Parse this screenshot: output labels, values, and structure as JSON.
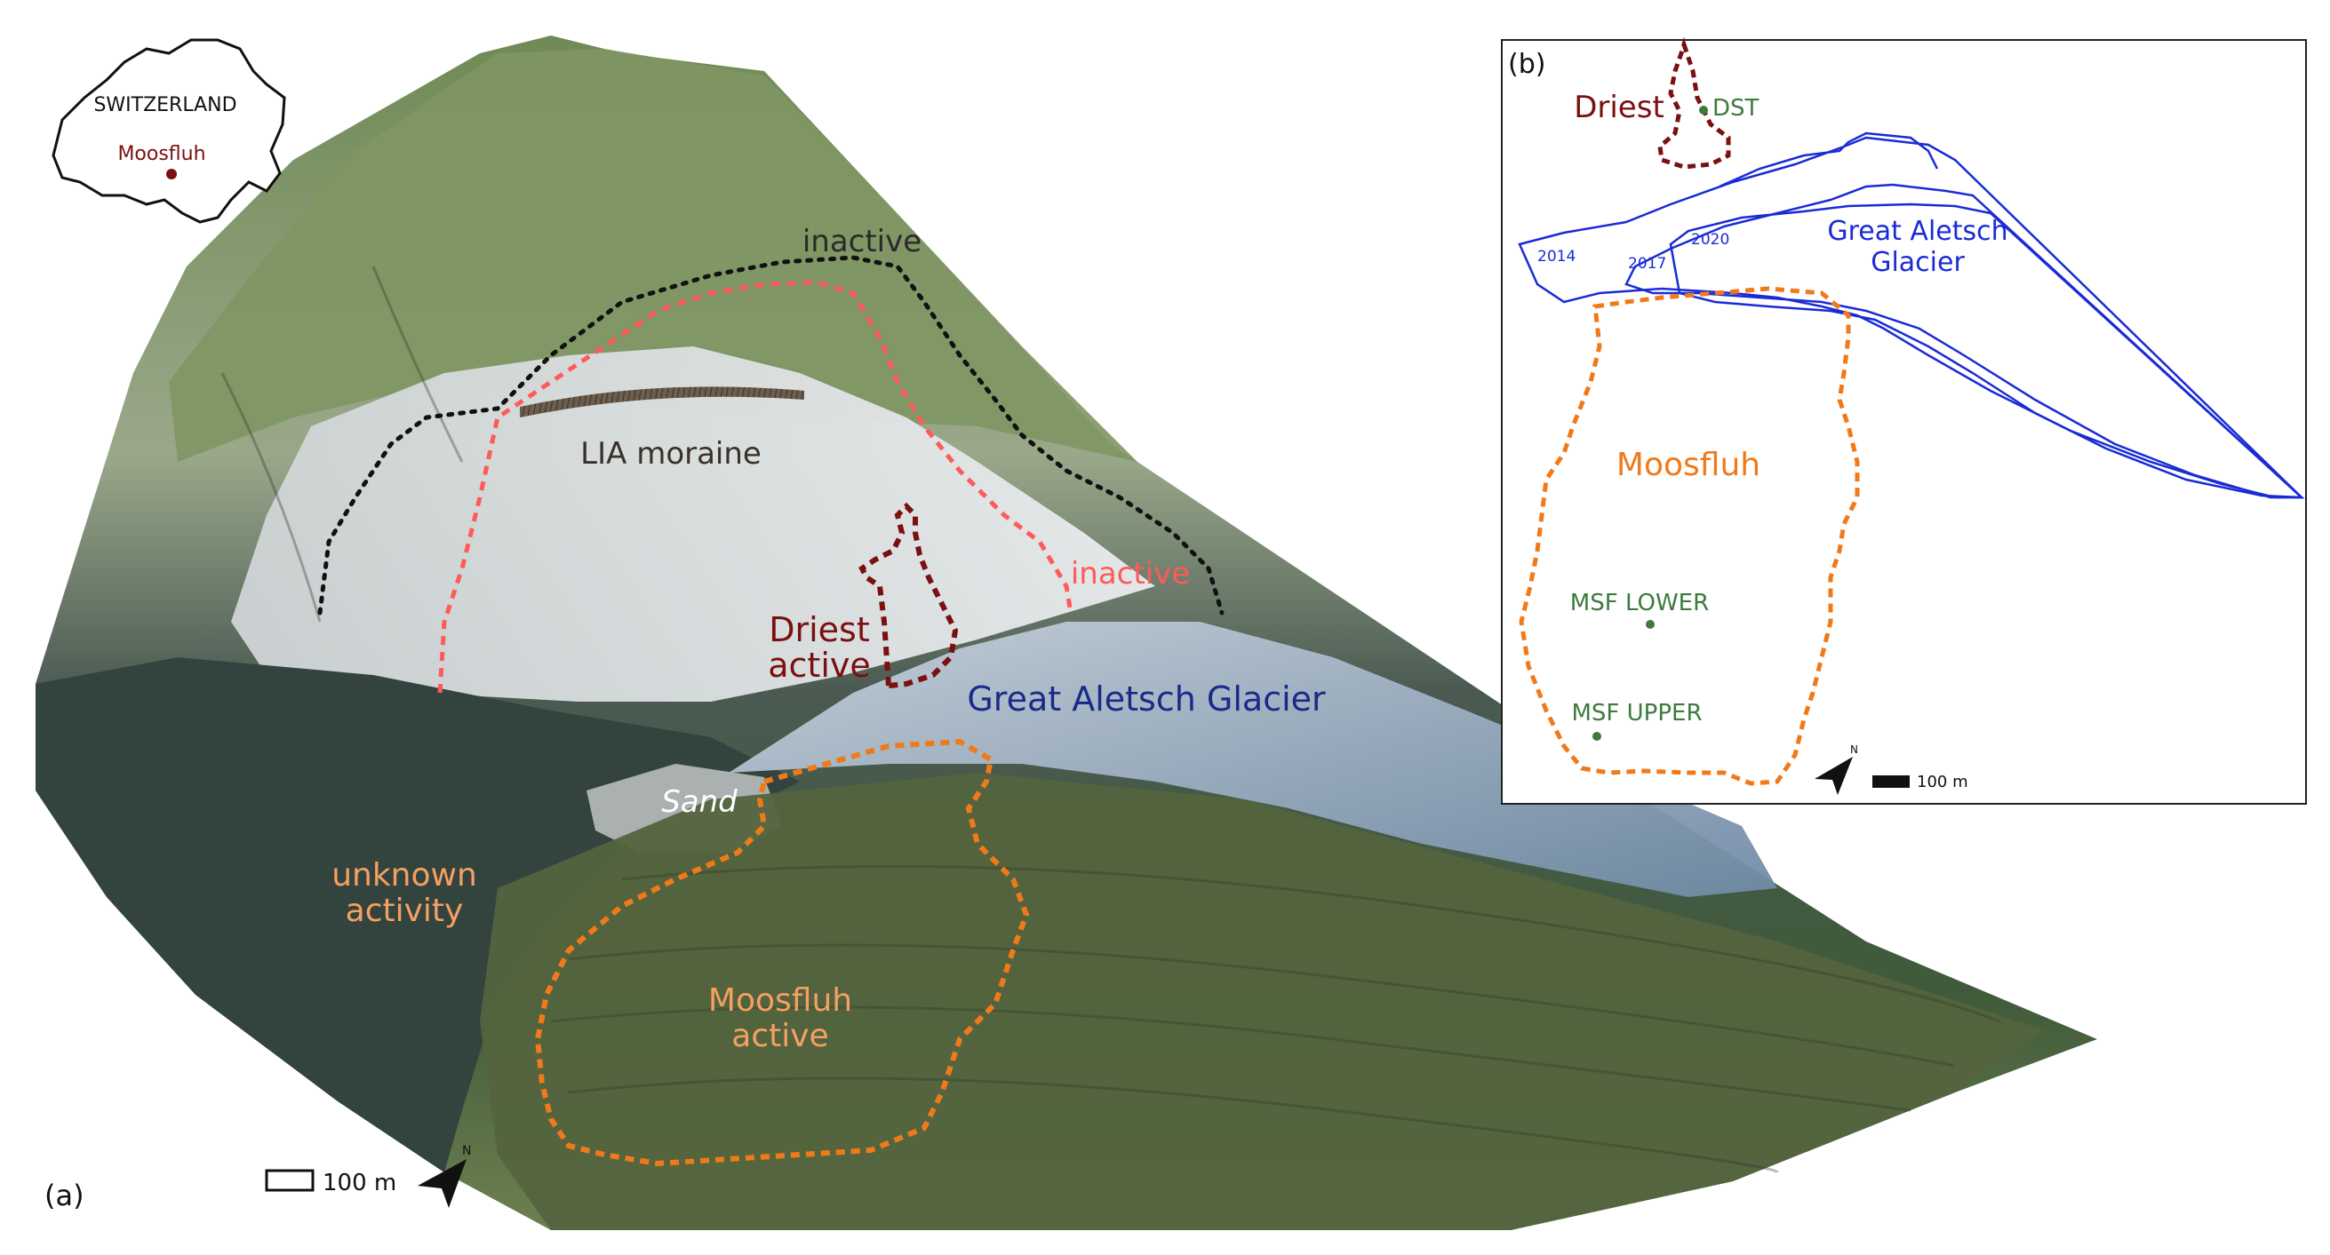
{
  "panel_a": {
    "label": "(a)",
    "locator": {
      "country": "SWITZERLAND",
      "site": "Moosfluh"
    },
    "annotations": {
      "inactive_black": "inactive",
      "inactive_red": "inactive",
      "lia_moraine": "LIA moraine",
      "driest_line1": "Driest",
      "driest_line2": "active",
      "glacier": "Great Aletsch Glacier",
      "sand": "Sand",
      "unknown_line1": "unknown",
      "unknown_line2": "activity",
      "moosfluh_line1": "Moosfluh",
      "moosfluh_line2": "active"
    },
    "scale_bar": "100 m",
    "north": "N"
  },
  "panel_b": {
    "label": "(b)",
    "driest": "Driest",
    "dst": "DST",
    "glacier_line1": "Great Aletsch",
    "glacier_line2": "Glacier",
    "years": [
      "2014",
      "2017",
      "2020"
    ],
    "moosfluh": "Moosfluh",
    "msf_lower": "MSF LOWER",
    "msf_upper": "MSF UPPER",
    "scale_bar": "100 m",
    "north": "N"
  },
  "colors": {
    "inactive_black": "#111111",
    "inactive_red": "#ff5a5a",
    "driest": "#7a1010",
    "moosfluh": "#f07a1a",
    "glacier_outline": "#1a2bd6",
    "stations": "#3d7a3d",
    "glacier_label_a": "#1a2a8a"
  }
}
